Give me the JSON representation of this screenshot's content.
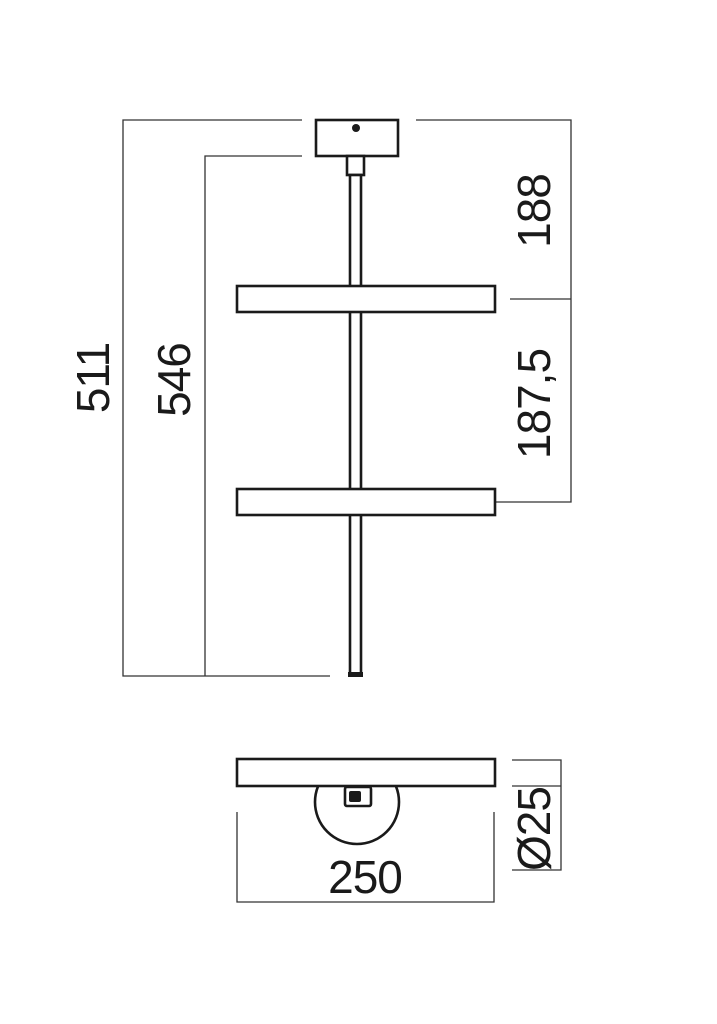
{
  "drawing": {
    "dimensions": {
      "overall_height": "511",
      "total_height": "546",
      "top_spacing": "188",
      "shelf_spacing": "187,5",
      "width": "250",
      "diameter": "Ø25"
    }
  }
}
